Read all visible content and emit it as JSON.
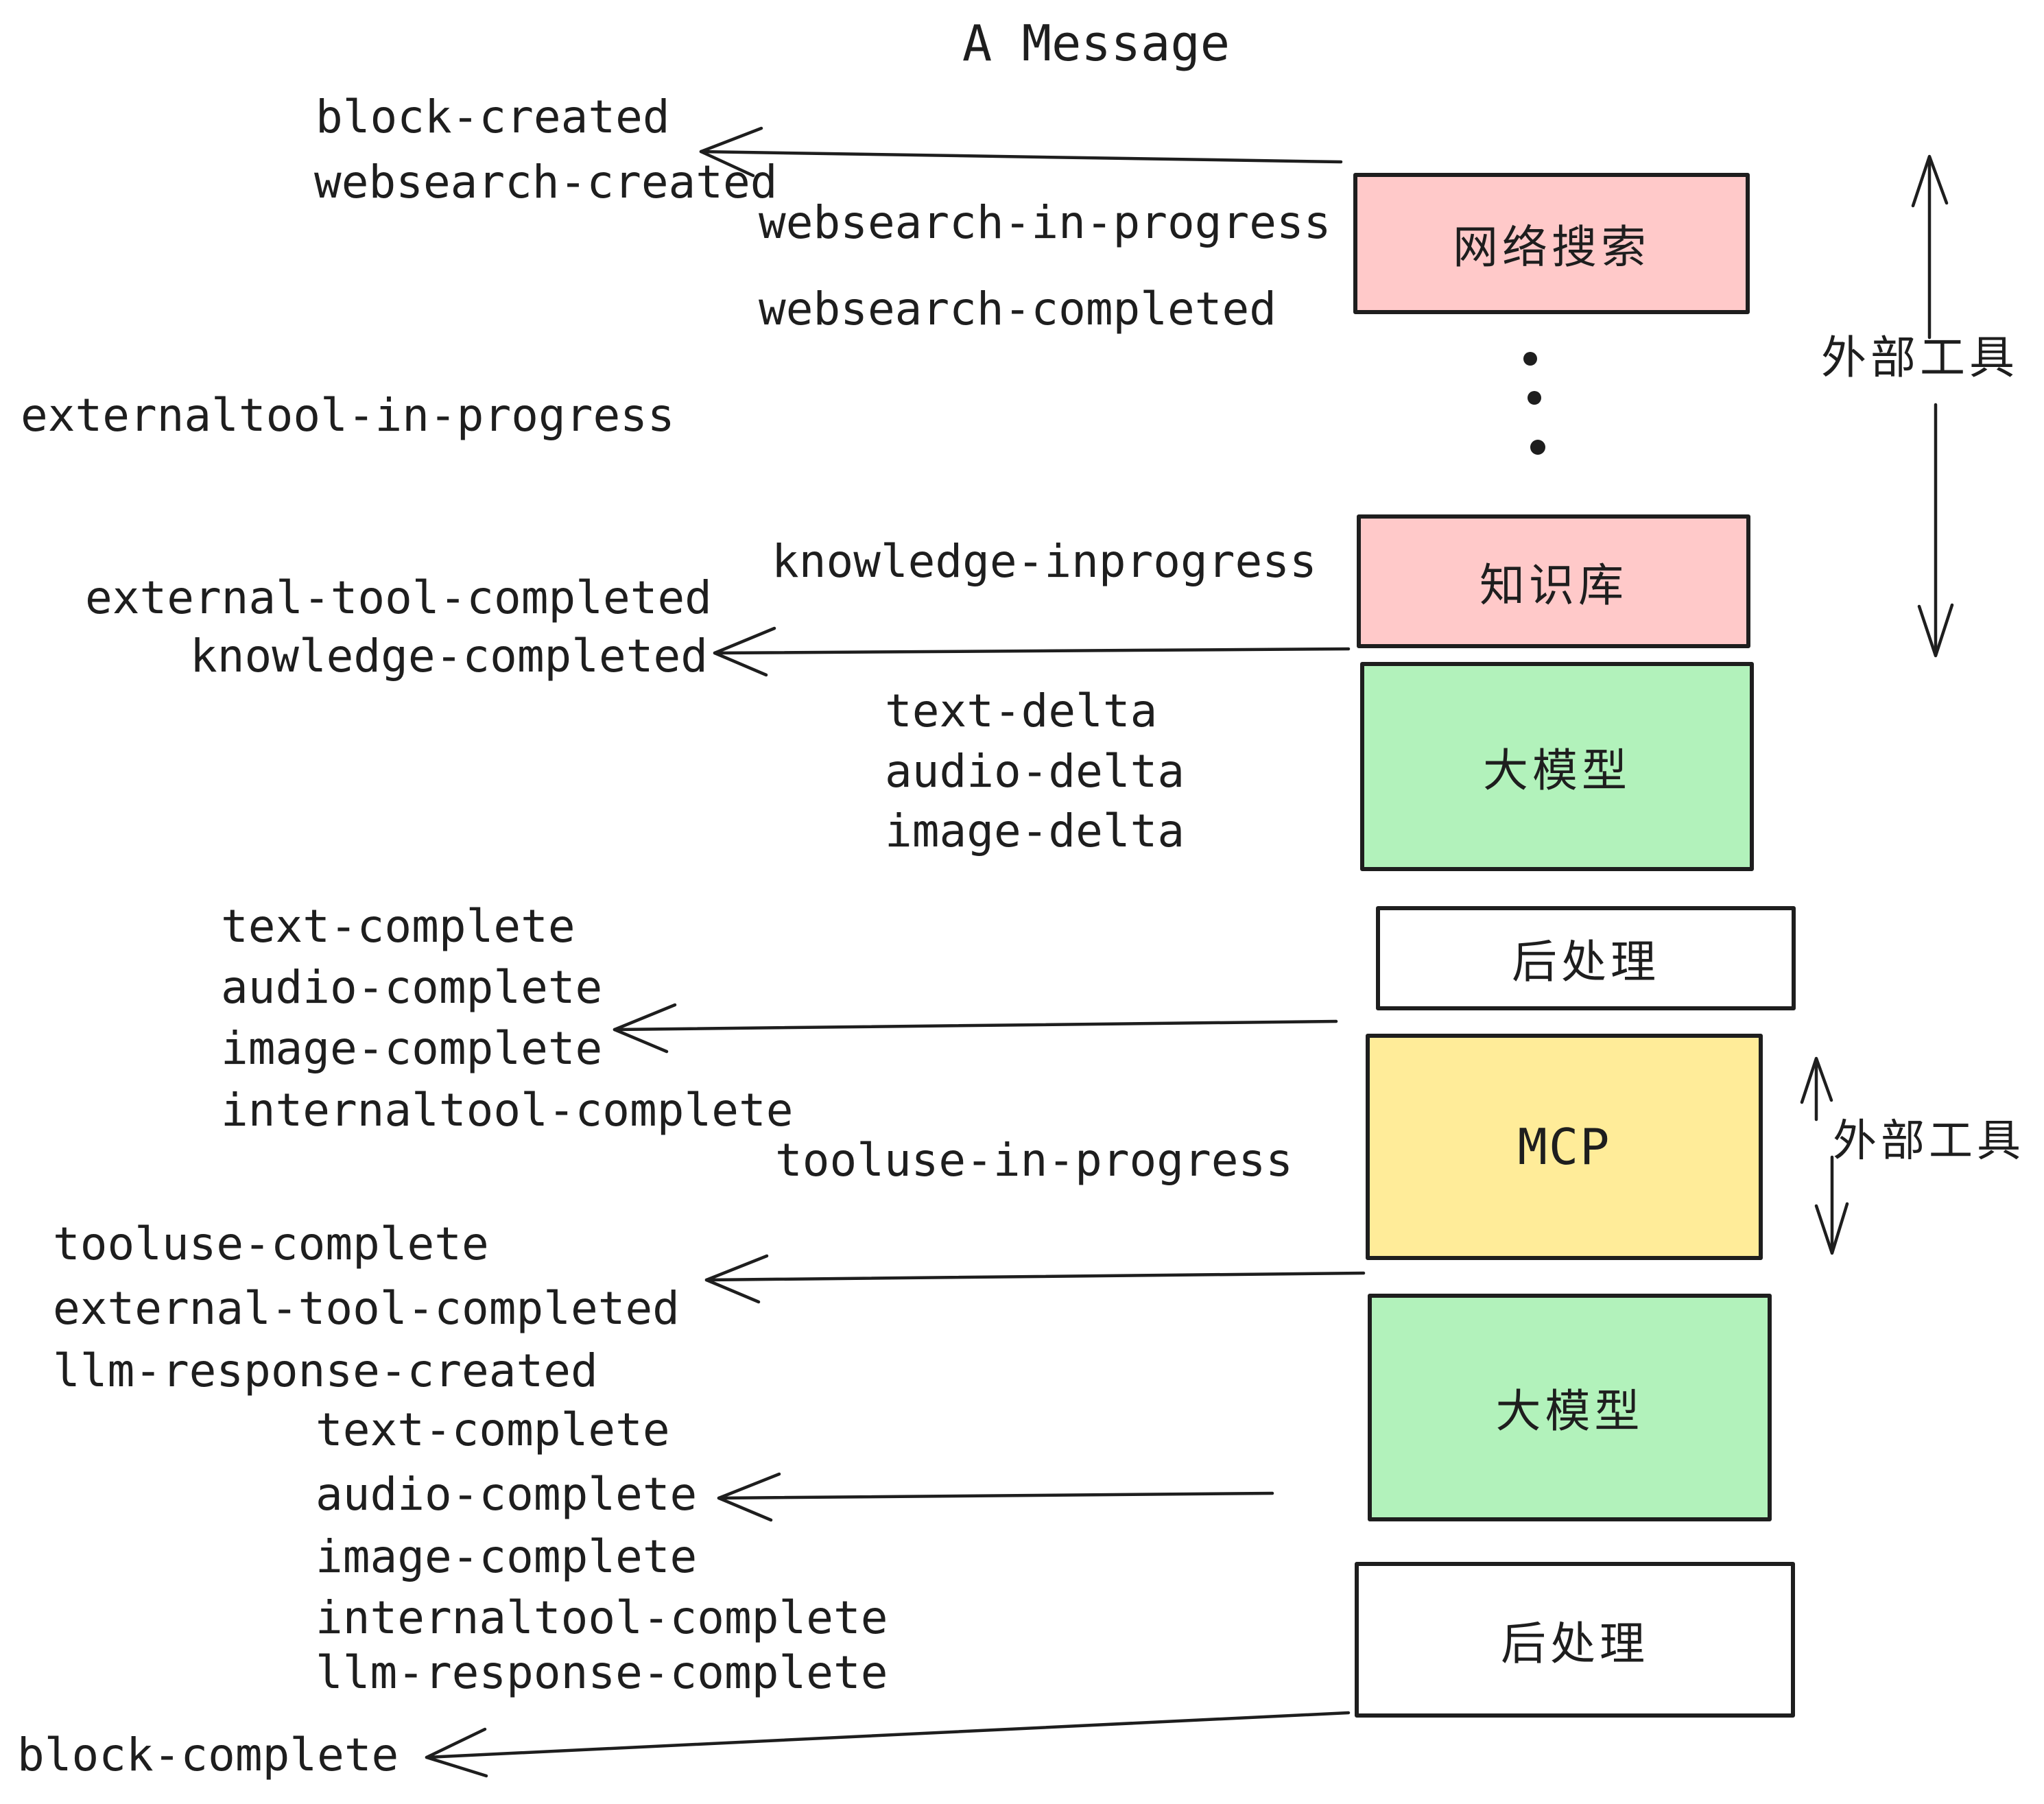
{
  "title": "A Message",
  "colors": {
    "ink": "#1e1e1e",
    "box_pink": "#ffc9c9",
    "box_green": "#b2f2bb",
    "box_yellow": "#ffec99",
    "box_white": "#ffffff",
    "background": "#ffffff"
  },
  "boxes": [
    {
      "label": "网络搜索",
      "color": "pink"
    },
    {
      "label": "知识库",
      "color": "pink"
    },
    {
      "label": "大模型",
      "color": "green"
    },
    {
      "label": "后处理",
      "color": "white"
    },
    {
      "label": "MCP",
      "color": "yellow"
    },
    {
      "label": "大模型",
      "color": "green"
    },
    {
      "label": "后处理",
      "color": "white"
    }
  ],
  "events": [
    {
      "text": "block-created"
    },
    {
      "text": "websearch-created"
    },
    {
      "text": "websearch-in-progress"
    },
    {
      "text": "websearch-completed"
    },
    {
      "text": "externaltool-in-progress"
    },
    {
      "text": "knowledge-inprogress"
    },
    {
      "text": "external-tool-completed"
    },
    {
      "text": "knowledge-completed"
    },
    {
      "text": "text-delta"
    },
    {
      "text": "audio-delta"
    },
    {
      "text": "image-delta"
    },
    {
      "text": "text-complete"
    },
    {
      "text": "audio-complete"
    },
    {
      "text": "image-complete"
    },
    {
      "text": "internaltool-complete"
    },
    {
      "text": "tooluse-in-progress"
    },
    {
      "text": "tooluse-complete"
    },
    {
      "text": "external-tool-completed"
    },
    {
      "text": "llm-response-created"
    },
    {
      "text": "text-complete"
    },
    {
      "text": "audio-complete"
    },
    {
      "text": "image-complete"
    },
    {
      "text": "internaltool-complete"
    },
    {
      "text": "llm-response-complete"
    },
    {
      "text": "block-complete"
    }
  ],
  "side_labels": [
    {
      "text": "外部工具"
    },
    {
      "text": "外部工具"
    }
  ]
}
